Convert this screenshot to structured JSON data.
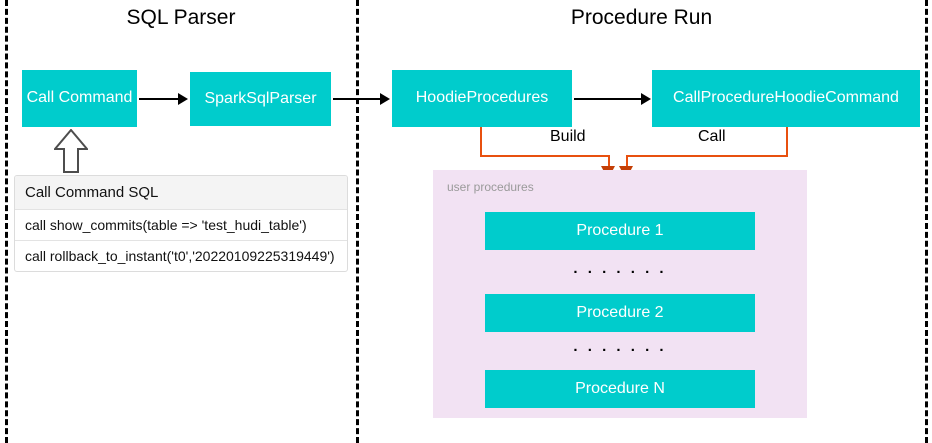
{
  "diagram": {
    "title_hint": "Hudi Call Procedure architecture",
    "colors": {
      "node_fill": "#00CCCC",
      "node_text": "#FFFFFF",
      "panel_fill": "#F2E2F3",
      "connector_orange": "#E8500F",
      "arrow_black": "#000000",
      "divider": "#000000"
    }
  },
  "lanes": [
    {
      "id": "sql-parser",
      "title": "SQL Parser"
    },
    {
      "id": "procedure-run",
      "title": "Procedure Run"
    }
  ],
  "nodes": {
    "call_command": "Call Command",
    "spark_sql_parser": "SparkSqlParser",
    "hoodie_procedures": "HoodieProcedures",
    "call_procedure_hoodie_command": "CallProcedureHoodieCommand"
  },
  "edges": {
    "build_label": "Build",
    "call_label": "Call"
  },
  "sql_table": {
    "header": "Call Command SQL",
    "rows": [
      "call show_commits(table => 'test_hudi_table')",
      "call rollback_to_instant('t0','20220109225319449')"
    ]
  },
  "procedures_panel": {
    "label": "user procedures",
    "items": [
      "Procedure 1",
      "Procedure 2",
      "Procedure N"
    ],
    "ellipsis": ". . . . . . ."
  }
}
